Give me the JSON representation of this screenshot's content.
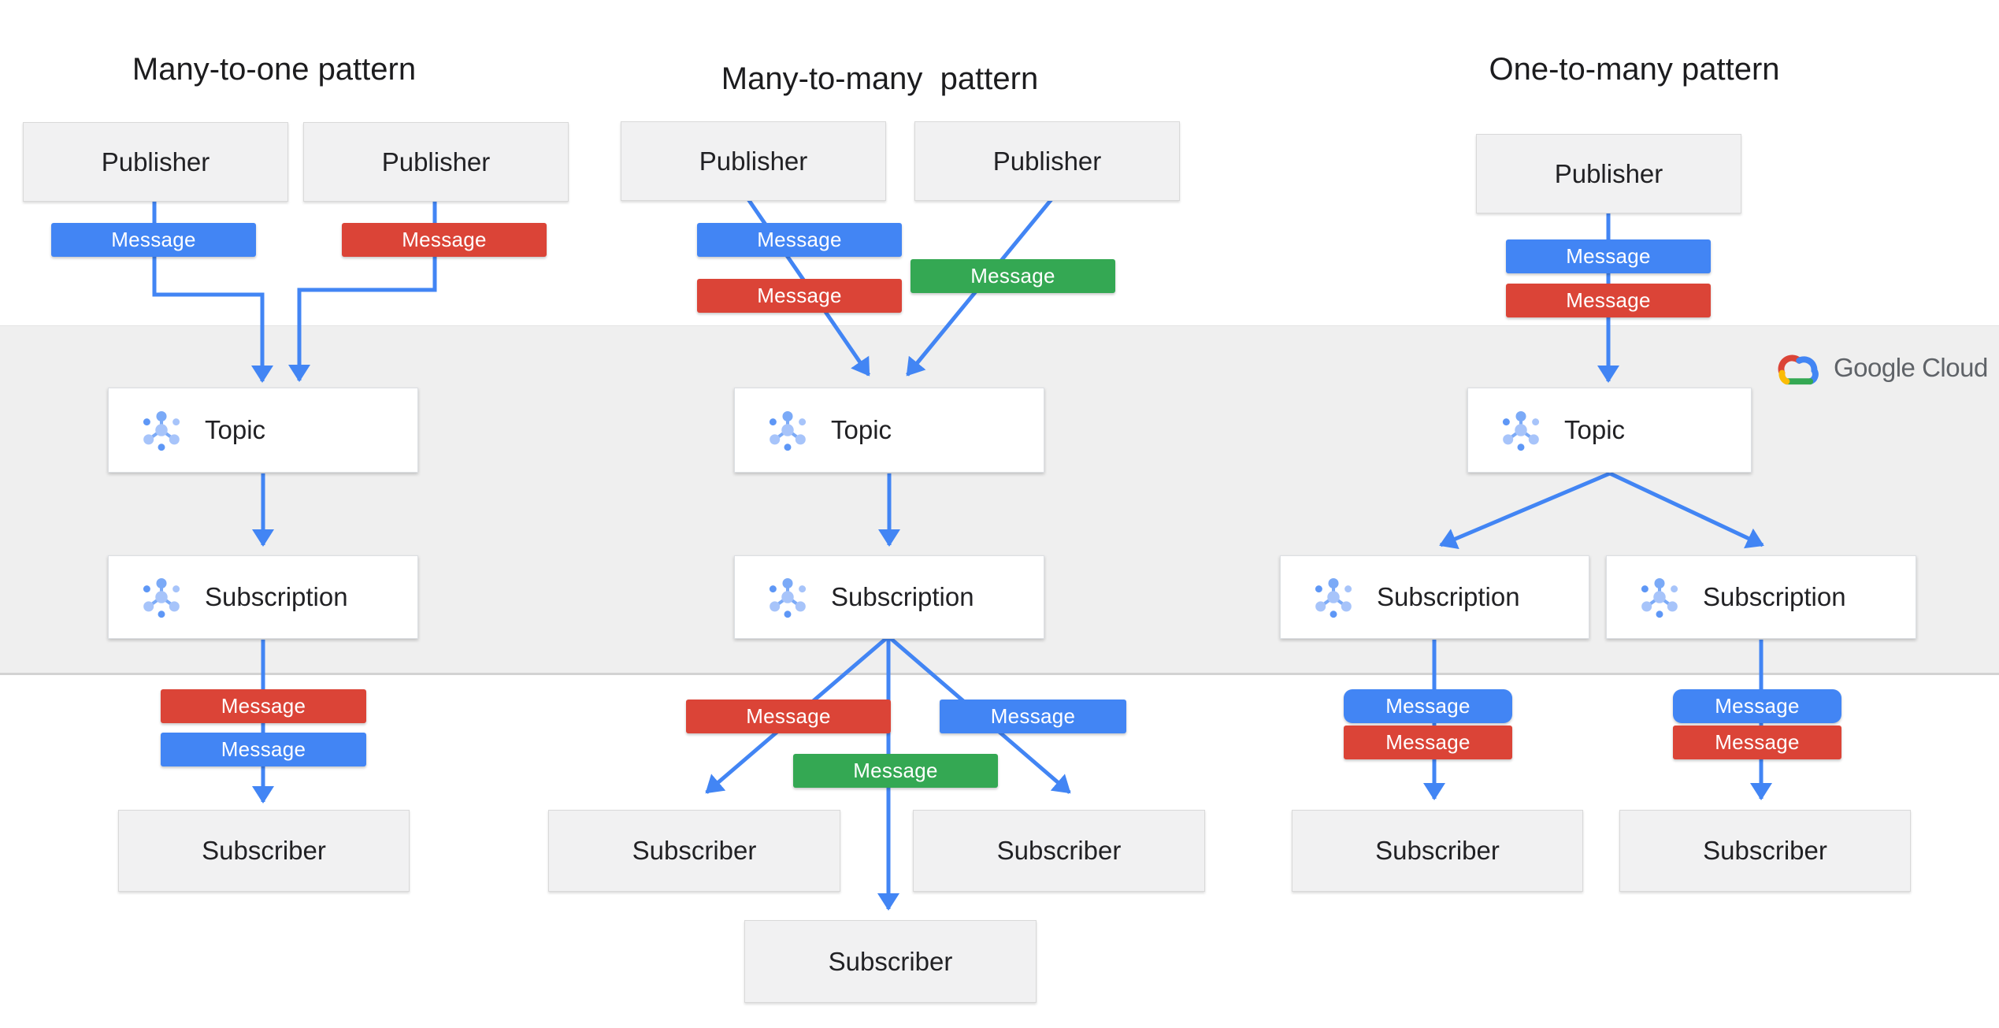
{
  "titles": {
    "col1": "Many-to-one pattern",
    "col2": "Many-to-many  pattern",
    "col3": "One-to-many pattern"
  },
  "labels": {
    "publisher": "Publisher",
    "topic": "Topic",
    "subscription": "Subscription",
    "subscriber": "Subscriber",
    "message": "Message"
  },
  "brand": {
    "name": "Google Cloud"
  },
  "colors": {
    "blue": "#4285F4",
    "red": "#DB4437",
    "green": "#34A853",
    "yellow": "#FBBC04",
    "line": "#4285F4",
    "band": "#EFEFEF",
    "bandedge": "#D2D2D2",
    "boxfill": "#F1F1F2",
    "boxborder": "#D9D9D9",
    "whiteboxborder": "#DCDFE3",
    "text": "#212124",
    "brandtext": "#5F6368",
    "iconmid": "#7BAAF7",
    "icondark": "#5E97F6",
    "iconlight": "#A7C4FA"
  }
}
